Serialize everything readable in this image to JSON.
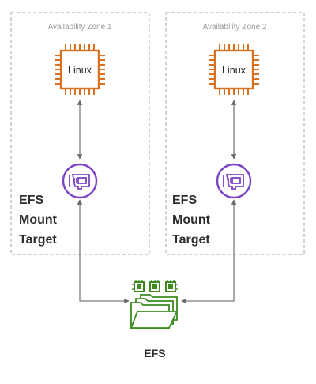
{
  "zones": [
    {
      "name": "Availability Zone 1",
      "instance_label": "Linux",
      "mount_target_lines": [
        "EFS",
        "Mount",
        "Target"
      ]
    },
    {
      "name": "Availability Zone 2",
      "instance_label": "Linux",
      "mount_target_lines": [
        "EFS",
        "Mount",
        "Target"
      ]
    }
  ],
  "efs": {
    "label": "EFS"
  },
  "icons": {
    "instance": "ec2-instance-chip-icon",
    "mount_target": "efs-mount-target-icon",
    "filesystem": "efs-file-system-icon"
  },
  "colors": {
    "zone_border": "#b5b5b5",
    "chip": "#d9701f",
    "mount_target": "#7b43c6",
    "efs": "#3d8b21",
    "connector": "#7a7a7a"
  }
}
